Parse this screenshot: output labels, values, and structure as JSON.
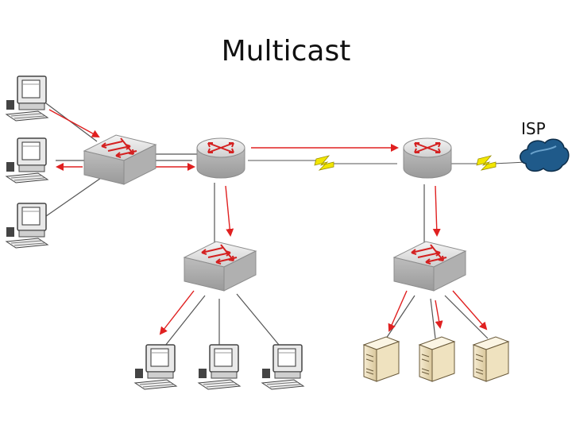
{
  "diagram": {
    "title": "Multicast",
    "isp_label": "ISP",
    "colors": {
      "multicast_arrow": "#e02020",
      "link": "#555555",
      "wan_bolt": "#f2e600",
      "device_gray": "#d4d4d4",
      "cloud_blue": "#1f5a8a"
    },
    "nodes": [
      {
        "id": "pc-top-left-1",
        "type": "workstation"
      },
      {
        "id": "pc-top-left-2",
        "type": "workstation"
      },
      {
        "id": "pc-top-left-3",
        "type": "workstation"
      },
      {
        "id": "switch-left",
        "type": "switch"
      },
      {
        "id": "router-left",
        "type": "router"
      },
      {
        "id": "router-right",
        "type": "router"
      },
      {
        "id": "isp-cloud",
        "type": "cloud"
      },
      {
        "id": "switch-bottom-left",
        "type": "switch"
      },
      {
        "id": "switch-bottom-right",
        "type": "switch"
      },
      {
        "id": "pc-bottom-1",
        "type": "workstation"
      },
      {
        "id": "pc-bottom-2",
        "type": "workstation"
      },
      {
        "id": "pc-bottom-3",
        "type": "workstation"
      },
      {
        "id": "server-1",
        "type": "server"
      },
      {
        "id": "server-2",
        "type": "server"
      },
      {
        "id": "server-3",
        "type": "server"
      }
    ]
  }
}
